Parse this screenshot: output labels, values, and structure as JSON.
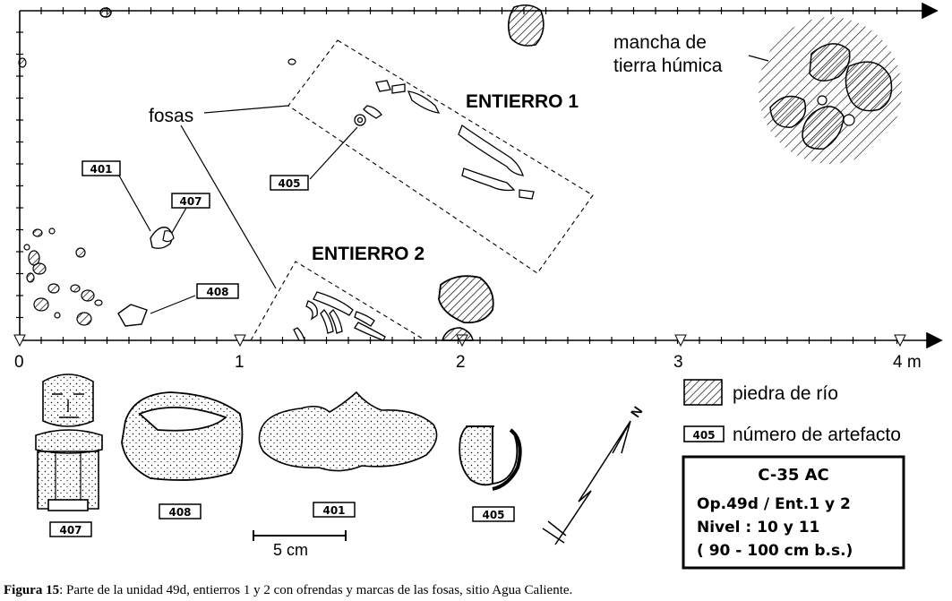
{
  "plan": {
    "axis_labels": [
      "0",
      "1",
      "2",
      "3",
      "4 m"
    ],
    "entierro_1": "ENTIERRO 1",
    "entierro_2": "ENTIERRO 2",
    "fosas": "fosas",
    "mancha_line1": "mancha de",
    "mancha_line2": "tierra húmica",
    "artifact_tags": {
      "a401": "401",
      "a407": "407",
      "a405": "405",
      "a408": "408"
    }
  },
  "drawings": {
    "a407": "407",
    "a408": "408",
    "a401": "401",
    "a405": "405",
    "north": "N",
    "scale_label": "5 cm"
  },
  "legend": {
    "stone_label": "piedra de río",
    "artifact_tag": "405",
    "artifact_label": "número de artefacto"
  },
  "info_box": {
    "title": "C-35 AC",
    "line1": "Op.49d / Ent.1 y 2",
    "line2": "Nivel : 10 y 11",
    "line3": "( 90 - 100 cm b.s.)"
  },
  "caption": {
    "label": "Figura 15",
    "text": ": Parte de la unidad 49d, entierros 1 y 2 con ofrendas y marcas de las fosas, sitio Agua Caliente."
  }
}
